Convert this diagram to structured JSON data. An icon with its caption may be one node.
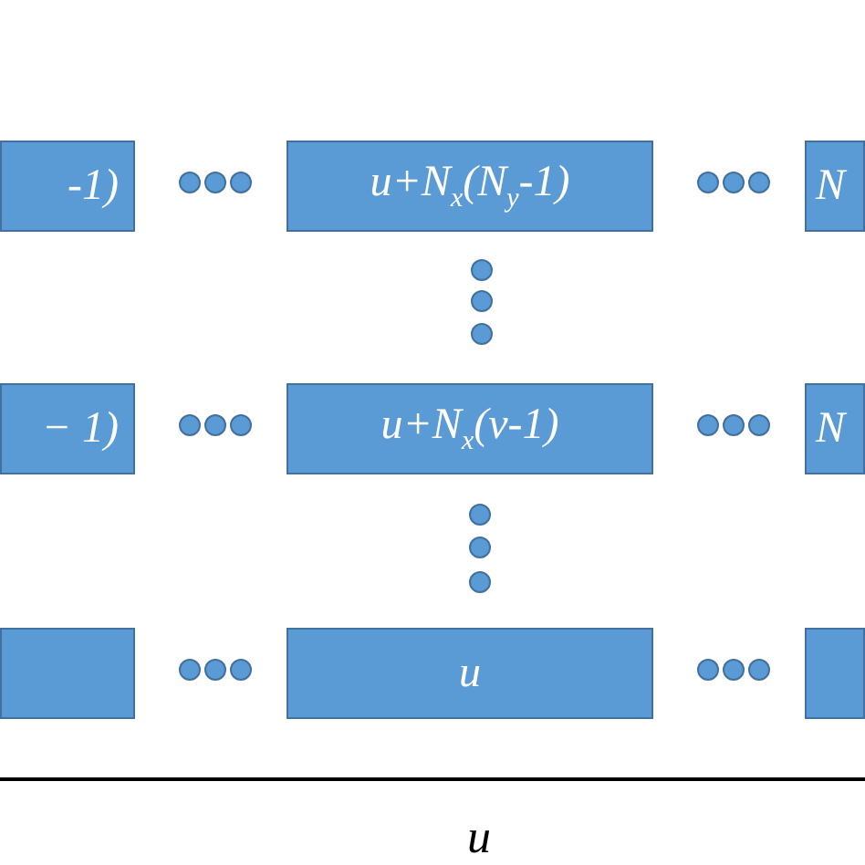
{
  "diagram": {
    "nodes": [
      {
        "text": [
          "-1)"
        ]
      },
      {
        "text": [
          "u+N$_{x}$(N$_{y}$-1)"
        ]
      },
      {
        "text": [
          "N"
        ]
      },
      {
        "text": [
          "− 1)"
        ]
      },
      {
        "text": [
          "u+N$_{x}$(v-1)"
        ]
      },
      {
        "text": [
          "N"
        ]
      },
      {
        "text": [],
        "shape": "box"
      },
      {
        "text": [
          "u"
        ]
      },
      {
        "text": [],
        "shape": "box"
      }
    ],
    "labels": [
      "u"
    ]
  }
}
